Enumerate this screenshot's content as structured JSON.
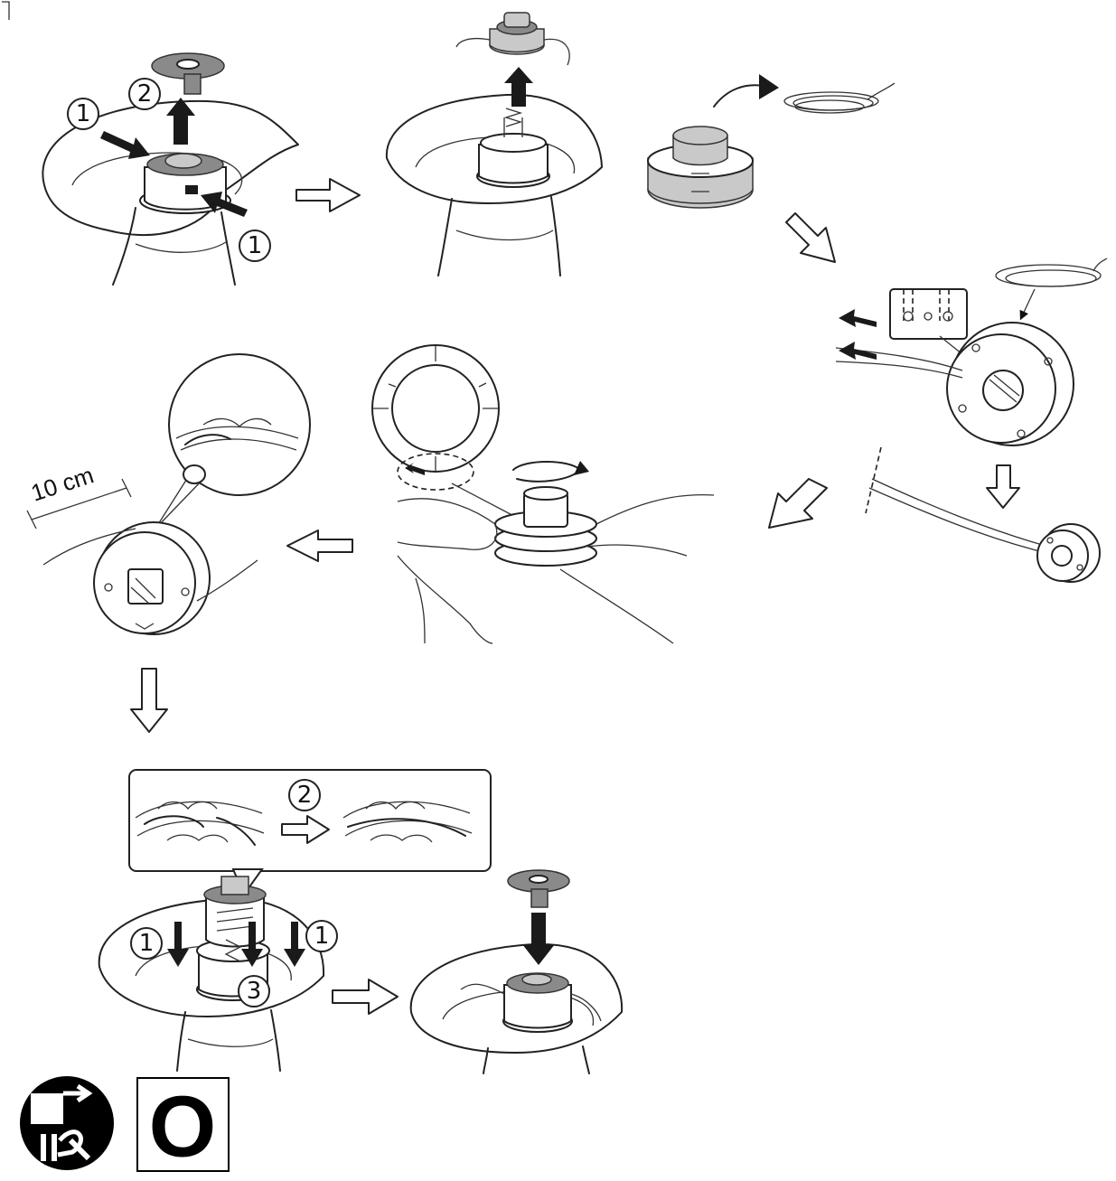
{
  "callouts": {
    "step1_press_left": "1",
    "step1_remove_cap": "2",
    "step1_press_right": "1",
    "step_inset_lock": "2",
    "step_reassemble_left": "1",
    "step_reassemble_right": "1",
    "step_reassemble_press": "3"
  },
  "measurement_label": "10 cm",
  "switch_box_symbol": "O",
  "icons": {
    "unplug": "unplug-power-icon",
    "switch_off": "switch-off-icon"
  }
}
